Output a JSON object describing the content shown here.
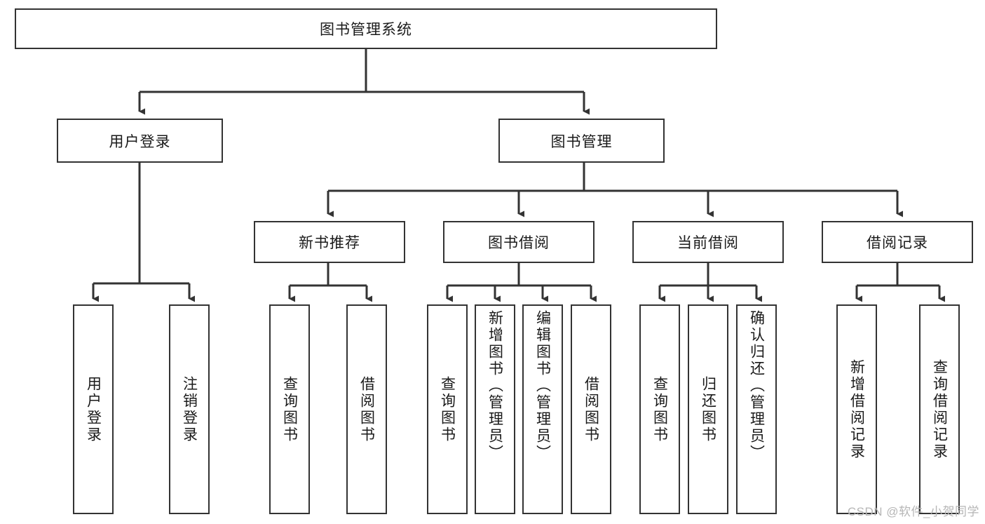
{
  "diagram": {
    "title": "图书管理系统",
    "type": "tree",
    "orientation": "top-down",
    "edge_color": "#333333",
    "box_border_color": "#333333",
    "box_fill_color": "#ffffff",
    "text_color": "#1a1a1a",
    "background_color": "#ffffff"
  },
  "nodes": {
    "root": {
      "label": "图书管理系统",
      "level": 0
    },
    "level1": [
      {
        "id": "user-login",
        "label": "用户登录"
      },
      {
        "id": "book-manage",
        "label": "图书管理"
      }
    ],
    "level2": [
      {
        "id": "new-book-recommend",
        "label": "新书推荐",
        "parent": "book-manage"
      },
      {
        "id": "book-borrow",
        "label": "图书借阅",
        "parent": "book-manage"
      },
      {
        "id": "current-borrow",
        "label": "当前借阅",
        "parent": "book-manage"
      },
      {
        "id": "borrow-record",
        "label": "借阅记录",
        "parent": "book-manage"
      }
    ],
    "leaves": {
      "user-login": [
        {
          "id": "leaf-user-login",
          "label": "用户登录"
        },
        {
          "id": "leaf-logout",
          "label": "注销登录"
        }
      ],
      "new-book-recommend": [
        {
          "id": "leaf-query-book-1",
          "label": "查询图书"
        },
        {
          "id": "leaf-borrow-book-1",
          "label": "借阅图书"
        }
      ],
      "book-borrow": [
        {
          "id": "leaf-query-book-2",
          "label": "查询图书"
        },
        {
          "id": "leaf-add-book",
          "label": "新增图书（管理员）"
        },
        {
          "id": "leaf-edit-book",
          "label": "编辑图书（管理员）"
        },
        {
          "id": "leaf-borrow-book-2",
          "label": "借阅图书"
        }
      ],
      "current-borrow": [
        {
          "id": "leaf-query-book-3",
          "label": "查询图书"
        },
        {
          "id": "leaf-return-book",
          "label": "归还图书"
        },
        {
          "id": "leaf-confirm-return",
          "label": "确认归还（管理员）"
        }
      ],
      "borrow-record": [
        {
          "id": "leaf-add-record",
          "label": "新增借阅记录"
        },
        {
          "id": "leaf-query-record",
          "label": "查询借阅记录"
        }
      ]
    }
  },
  "watermark": {
    "text": "CSDN @软件_小贺同学"
  }
}
